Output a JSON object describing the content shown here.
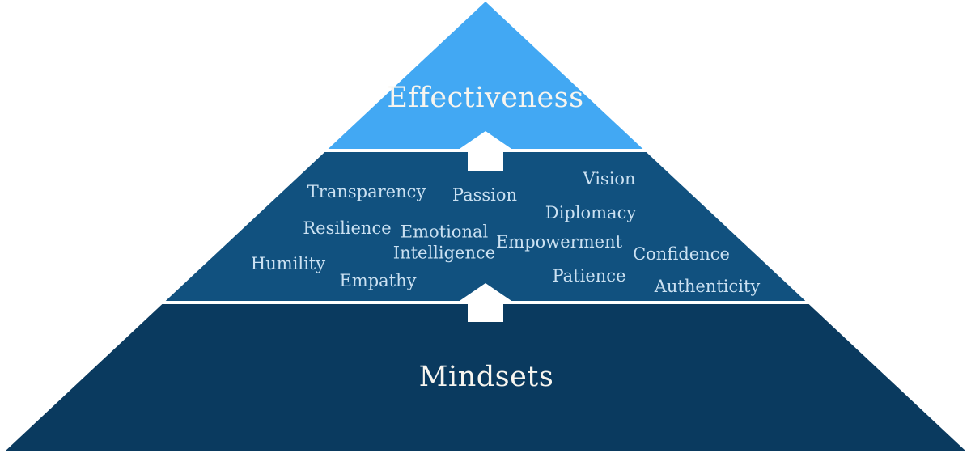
{
  "pyramid": {
    "top": {
      "label": "Effectiveness",
      "color": "#42a8f3"
    },
    "middle": {
      "color": "#11517f",
      "traits": [
        "Transparency",
        "Passion",
        "Vision",
        "Resilience",
        "Emotional Intelligence",
        "Diplomacy",
        "Empowerment",
        "Humility",
        "Confidence",
        "Empathy",
        "Patience",
        "Authenticity"
      ]
    },
    "bottom": {
      "label": "Mindsets",
      "color": "#0a3a5f"
    },
    "arrow_color": "#ffffff",
    "text_colors": {
      "tier_label": "#f7f5ef",
      "trait": "#cbe1f2"
    }
  }
}
